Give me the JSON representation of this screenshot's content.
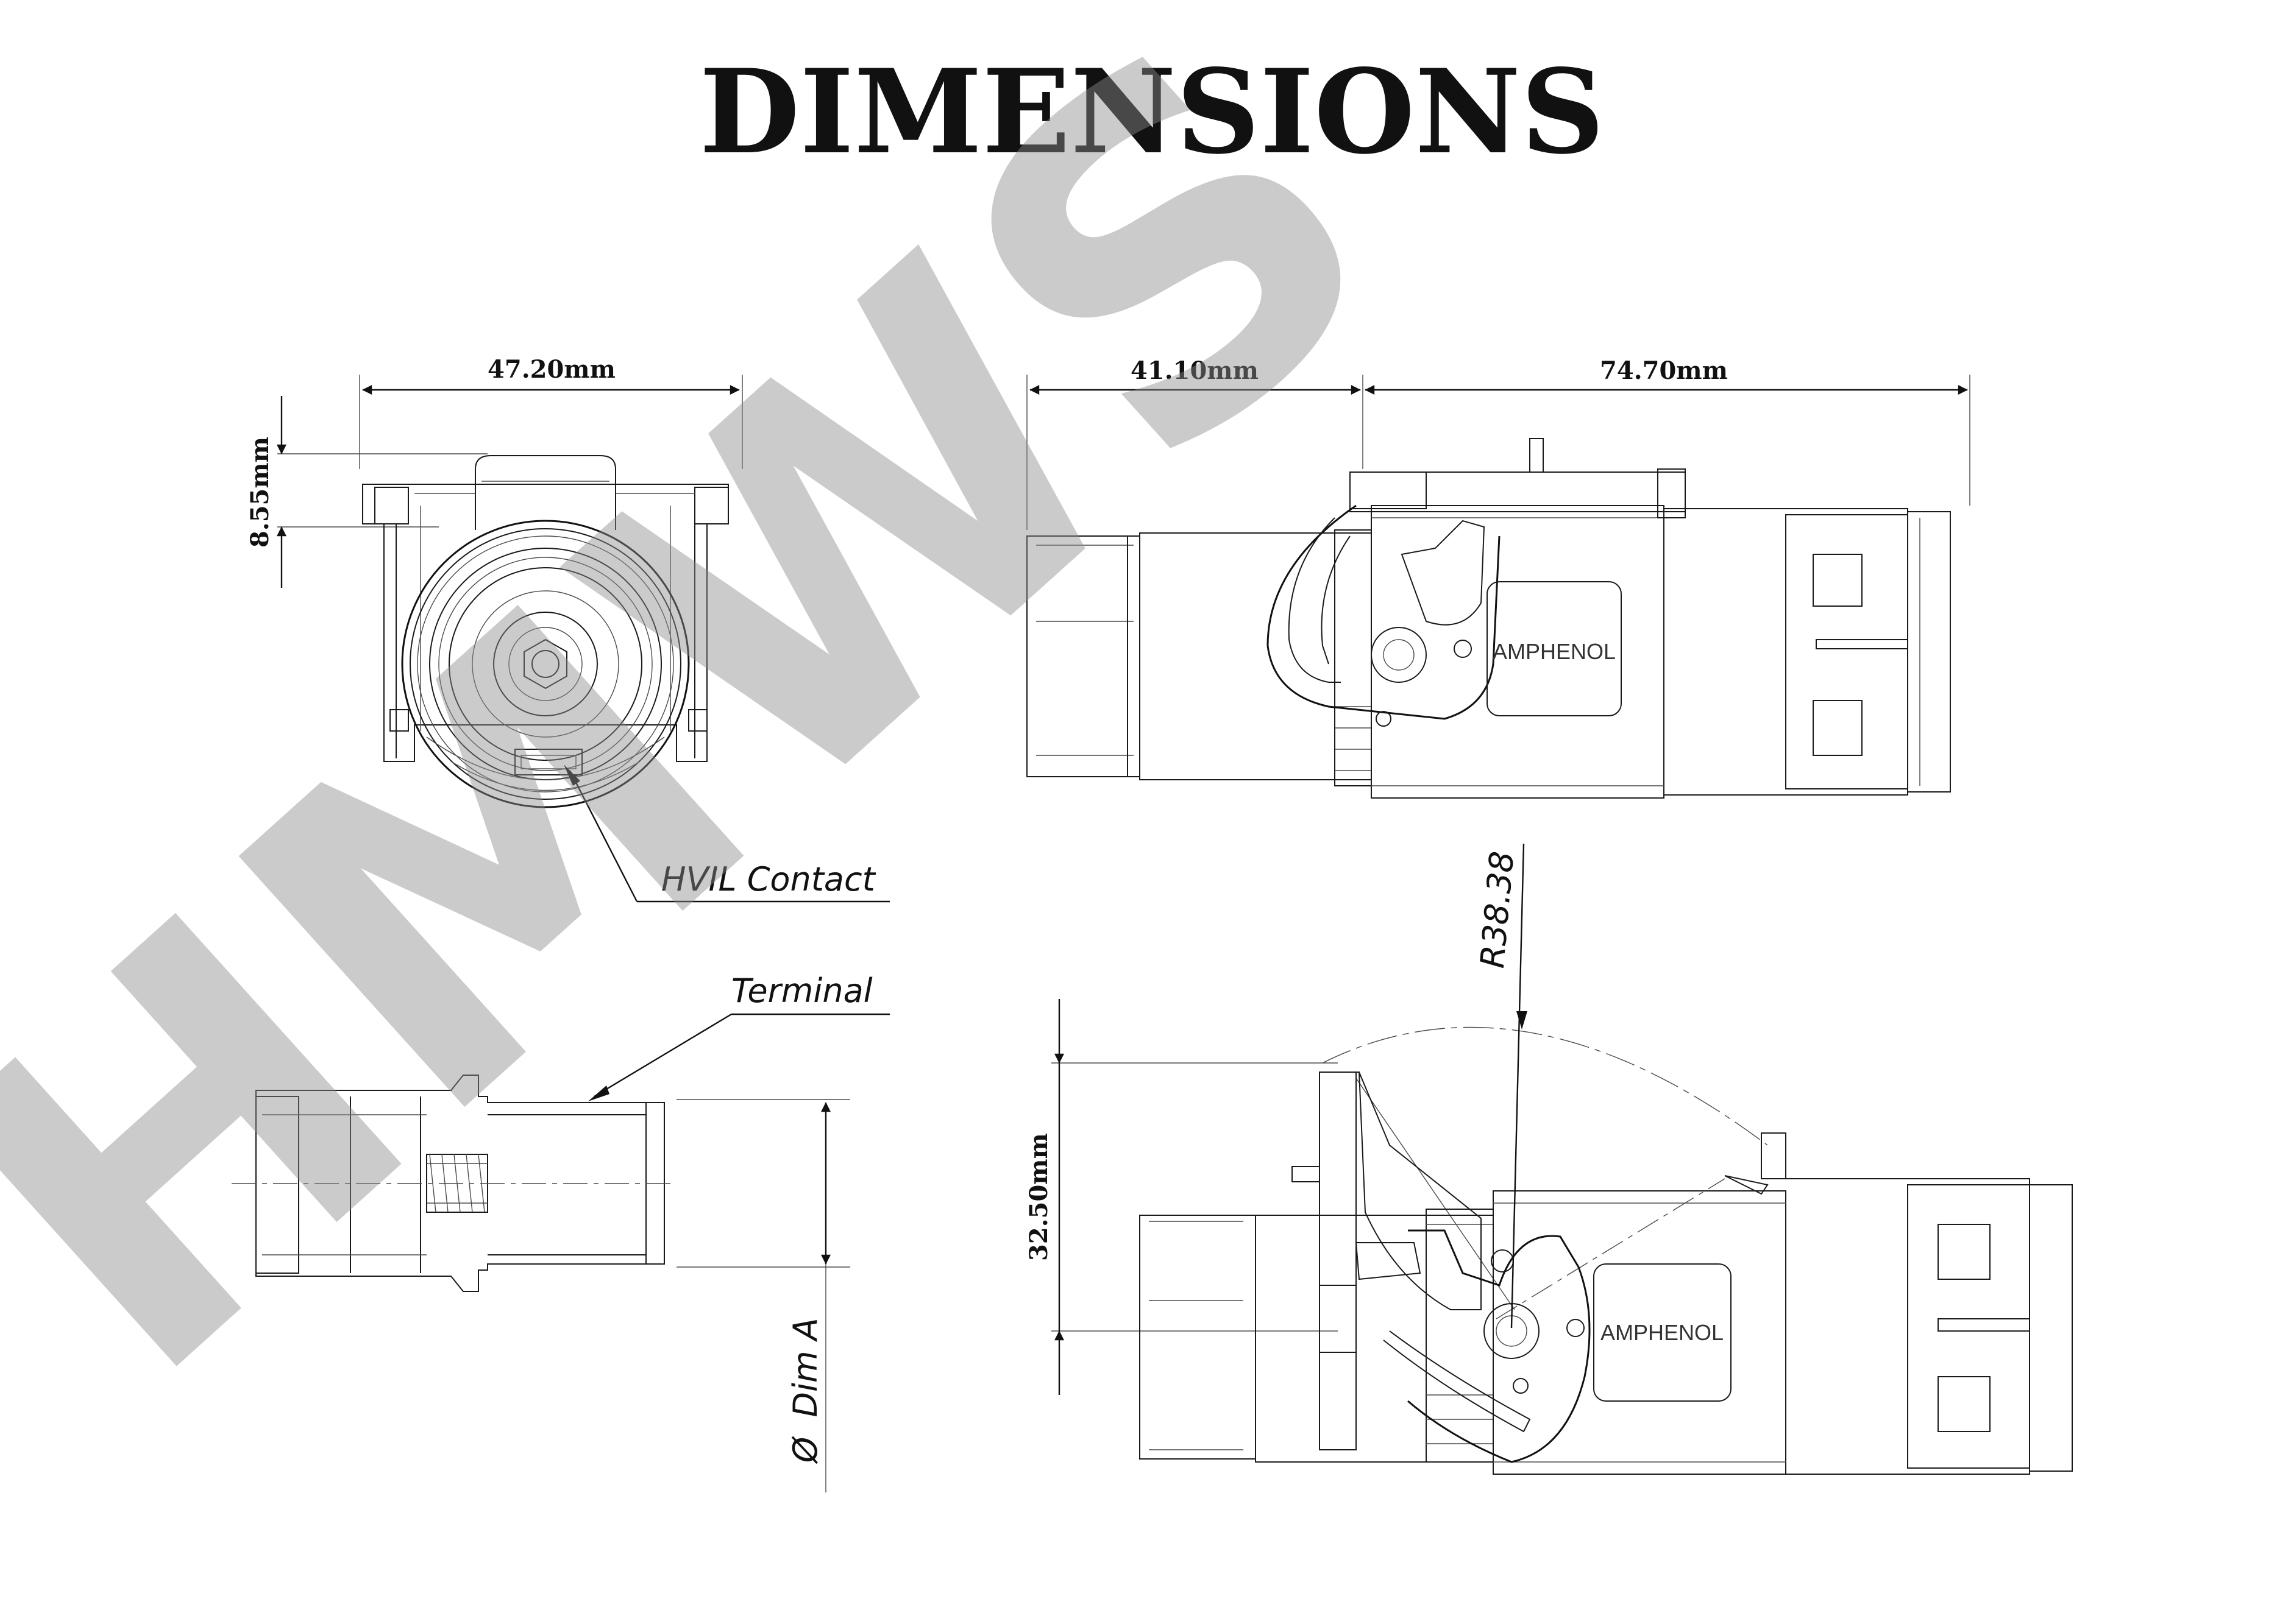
{
  "title": "DIMENSIONS",
  "watermark": "HMWS",
  "dimensions": {
    "front_width": "47.20mm",
    "front_top": "8.55mm",
    "side_left": "41.10mm",
    "side_right": "74.70mm",
    "bottom_height": "32.50mm",
    "radius": "R38.38",
    "dim_a": "Dim A",
    "dim_a_symbol": "Ø"
  },
  "callouts": {
    "hvil": "HVIL Contact",
    "terminal": "Terminal"
  },
  "brand": {
    "side_view": "AMPHENOL",
    "bottom_view": "AMPHENOL"
  }
}
